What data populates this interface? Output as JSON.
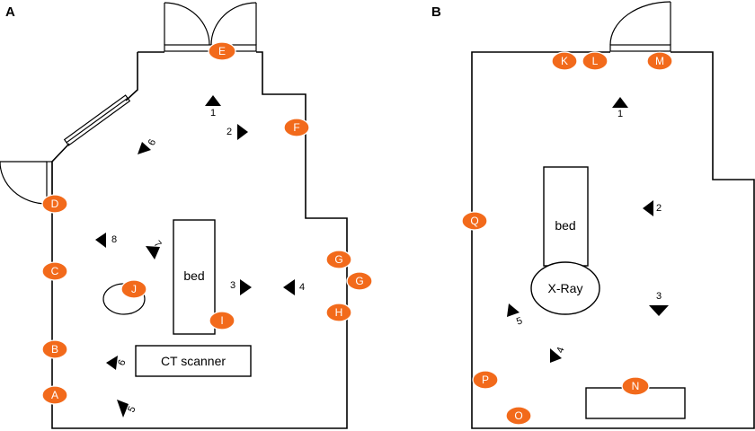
{
  "panels": [
    {
      "letter": "A",
      "objects": {
        "bed": "bed",
        "scanner": "CT scanner"
      },
      "markers": [
        "A",
        "B",
        "C",
        "D",
        "E",
        "F",
        "G",
        "G",
        "H",
        "I",
        "J"
      ],
      "arrows": [
        "1",
        "2",
        "3",
        "4",
        "5",
        "6",
        "7",
        "8",
        "9"
      ]
    },
    {
      "letter": "B",
      "objects": {
        "bed": "bed",
        "xray": "X-Ray"
      },
      "markers": [
        "K",
        "L",
        "M",
        "N",
        "O",
        "P",
        "Q"
      ],
      "arrows": [
        "1",
        "2",
        "3",
        "4",
        "5"
      ]
    }
  ],
  "colors": {
    "marker_fill": "#f26a1b",
    "marker_text": "#ffffff",
    "walls": "#000000"
  }
}
